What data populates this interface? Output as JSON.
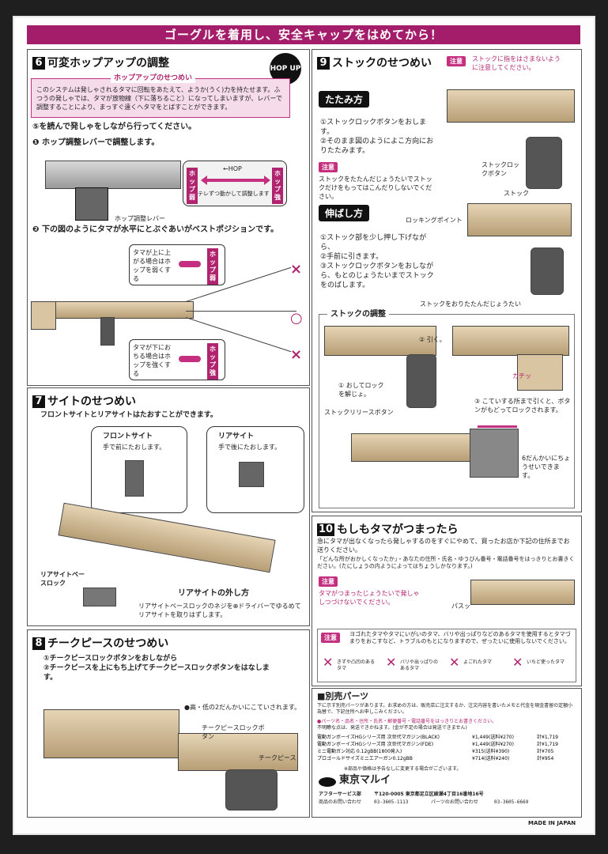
{
  "banner": "ゴーグルを着用し、安全キャップをはめてから！",
  "hop": {
    "num": "6",
    "title": "可変ホップアップの調整",
    "logo": "HOP UP",
    "box_head": "ホップアップのせつめい",
    "box_text": "このシステムは発しゃされるタマに回転をあたえて、ようか(うく)力を持たせます。ふつうの発しゃでは、タマが放物線（下に落ちること）になってしまいますが、レバーで調整することにより、まっすぐ遠くへタマをとばすことができます。",
    "note": "⑤を読んで発しゃをしながら行ってください。",
    "step1": "❶ ホップ調整レバーで調整します。",
    "lever_label": "ホップ調整レバー",
    "weak": "ホップ弱",
    "strong": "ホップ強",
    "lever_mark": "←HOP",
    "terror": "テレずつ動かして調整します",
    "step2": "❷ 下の図のようにタマが水平にとぶぐあいがベストポジションです。",
    "up_note": "タマが上に上がる場合はホップを弱くする",
    "down_note": "タマが下におちる場合はホップを強くする",
    "mini_weak": "ホップ弱",
    "mini_strong": "ホップ強",
    "mark_x": "×",
    "mark_o": "○"
  },
  "stock": {
    "num": "9",
    "title": "ストックのせつめい",
    "caution": "注意",
    "caution_text": "ストックに指をはさまないように注意してください。",
    "fold_head": "たたみ方",
    "fold_text": "①ストックロックボタンをおします。\n②そのまま図のようによこ方向におりたたみます。",
    "fold_warn": "ストックをたたんだじょうたいでストックだけをもってはこんだりしないでください。",
    "lock_btn": "ストックロックボタン",
    "stock_label": "ストック",
    "extend_head": "伸ばし方",
    "locking_point": "ロッキングポイント",
    "extend_text": "①ストック部を少し押し下げながら、\n②手前に引きます。\n③ストックロックボタンをおしながら、もとのじょうたいまでストックをのばします。",
    "folded_label": "ストックをおりたたんだじょうたい",
    "adjust_head": "ストックの調整",
    "release_step": "① おしてロックを解じょ。",
    "pull": "② 引く。",
    "release_btn": "ストックリリースボタン",
    "locked": "③ こていする所まで引くと、ボタンがもどってロックされます。",
    "six": "6だんかいにちょうせいできます。",
    "kachi": "カチッ"
  },
  "sight": {
    "num": "7",
    "title": "サイトのせつめい",
    "intro": "フロントサイトとリアサイトはたおすことができます。",
    "front": "フロントサイト",
    "front_sub": "手で前にたおします。",
    "rear": "リアサイト",
    "rear_sub": "手で後にたおします。",
    "base_lock": "リアサイトベースロック",
    "remove_head": "リアサイトの外し方",
    "remove_text": "リアサイトベースロックのネジを⊕ドライバーでゆるめてリアサイトを取りはずします。"
  },
  "jam": {
    "num": "10",
    "title": "もしもタマがつまったら",
    "text": "急にタマが出なくなったら発しゃするのをすぐにやめて、買ったお店か下記の住所までお送りください。",
    "small": "「どんな所がおかしくなったか」・あなたの住所・氏名・ゆうびん番号・電話番号をはっきりとお書きください。(たにしょうの内ようによってはちょうしかなります。)",
    "caution": "注意",
    "caution_text": "タマがつまったじょうたいで発しゃしつづけないでください。",
    "bang": "パスッ",
    "bb_caution": "注意",
    "bb_text": "ヨゴれたタマやタマにいがいのタマ、バリや出っぱりなどのあるタマを使用するとタマづまりをおこすなど、トラブルのもとになりますので、ぜったいに使用しないでください。",
    "bb_labels": [
      "きずや凸凹のあるタマ",
      "バリや出っぱりのあるタマ",
      "よごれたタマ",
      "いちど使ったタマ"
    ]
  },
  "cheek": {
    "num": "8",
    "title": "チークピースのせつめい",
    "text": "①チークピースロックボタンをおしながら\n②チークピースを上にもち上げてチークピースロックボタンをはなします。",
    "note": "●高・低の2だんかいにこていされます。",
    "lock_btn": "チークピースロックボタン",
    "piece": "チークピース"
  },
  "parts": {
    "head": "■別売パーツ",
    "intro": "下に示す別売パーツがあります。お求めの方は、販売店に注文するか、注文内容を書いたメモと代金を現金書留の定額小為替で、下記住所へお申しこみください。",
    "note1": "●パーツ名・品名・住所・氏名・郵便番号・電話番号をはっきりとお書きください。",
    "note2": "不明瞭な点は、発送できかねます。(金が不足の場合は発送できません)",
    "rows": [
      [
        "電動ガンボーイズHGシリーズ用 次世代マガジン(BLACK)",
        "¥1,449(送料¥270)",
        "計¥1,719"
      ],
      [
        "電動ガンボーイズHGシリーズ用 次世代マガジン(FDE)",
        "¥1,449(送料¥270)",
        "計¥1,719"
      ],
      [
        "ミニ電動ガン対応 0.12gBB(1800発入)",
        "¥315(送料¥390)",
        "計¥705"
      ],
      [
        "プロゴールドサイズミニエアーガン0.12gBB",
        "¥714(送料¥240)",
        "計¥954"
      ]
    ],
    "tax": "※部品や価格は予告なしに変更する場合がございます。",
    "maker": "東京マルイ",
    "addr_label": "アフターサービス部",
    "addr": "〒120-0005 東京都足立区綾瀬4丁目16番地16号",
    "tel_label": "商品のお問い合わせ",
    "tel1": "03-3605-1113",
    "tel2_label": "パーツのお問い合わせ",
    "tel2": "03-3605-6669",
    "made": "MADE IN JAPAN"
  }
}
